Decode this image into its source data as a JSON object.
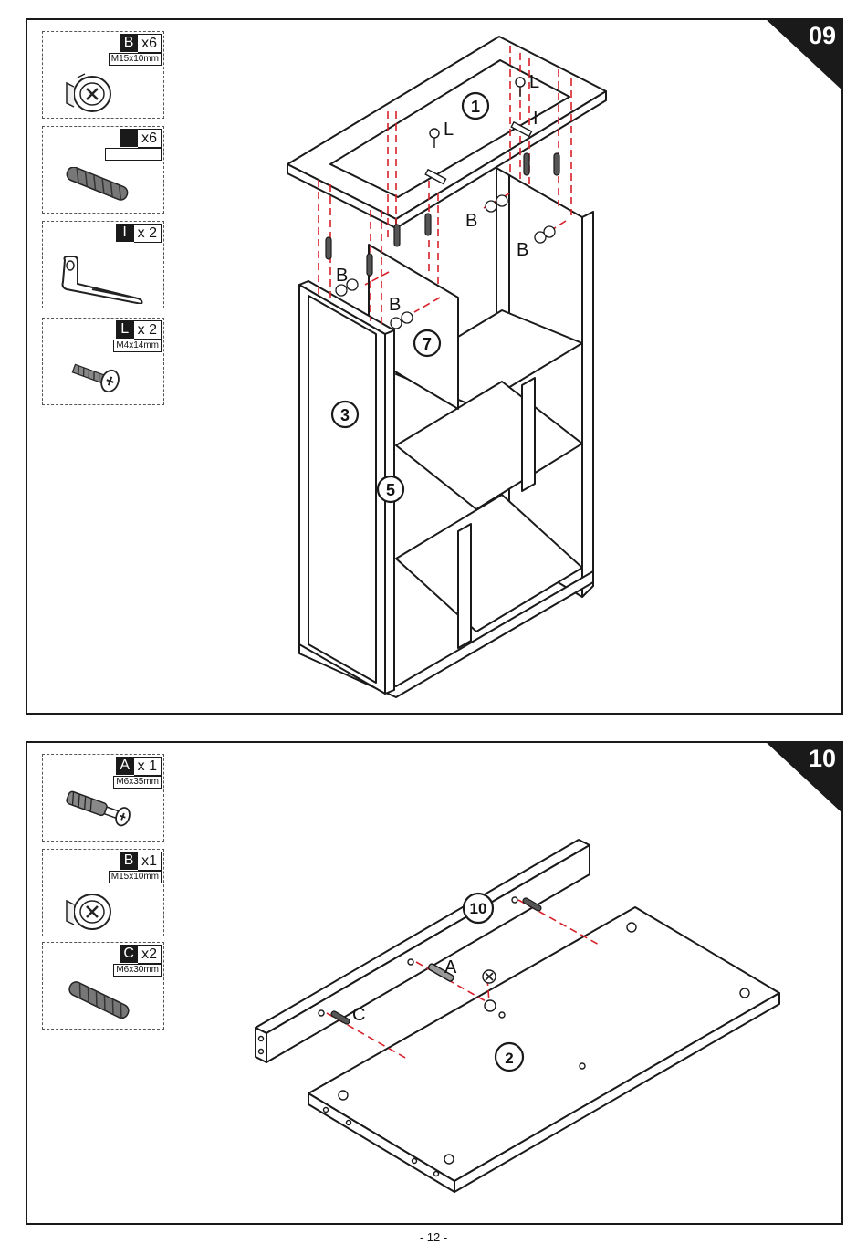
{
  "page_number": "- 12 -",
  "step09": {
    "step_number": "09",
    "parts": [
      {
        "letter": "B",
        "qty": "x6",
        "size": "M15x10mm",
        "icon": "cam-lock-icon"
      },
      {
        "letter": "",
        "qty": "x6",
        "size": "",
        "icon": "wooden-dowel-icon"
      },
      {
        "letter": "I",
        "qty": "x 2",
        "size": "",
        "icon": "l-bracket-icon"
      },
      {
        "letter": "L",
        "qty": "x 2",
        "size": "M4x14mm",
        "icon": "screw-icon"
      }
    ],
    "callouts": {
      "panel_1": "1",
      "panel_3": "3",
      "panel_5": "5",
      "panel_7": "7",
      "hw_L_top": "L",
      "hw_L_mid": "L",
      "hw_I": "I",
      "hw_B1": "B",
      "hw_B2": "B",
      "hw_B3": "B",
      "hw_B4": "B"
    }
  },
  "step10": {
    "step_number": "10",
    "parts": [
      {
        "letter": "A",
        "qty": "x 1",
        "size": "M6x35mm",
        "icon": "cam-bolt-icon"
      },
      {
        "letter": "B",
        "qty": "x1",
        "size": "M15x10mm",
        "icon": "cam-lock-icon"
      },
      {
        "letter": "C",
        "qty": "x2",
        "size": "M6x30mm",
        "icon": "wooden-dowel-icon"
      }
    ],
    "callouts": {
      "panel_10": "10",
      "panel_2": "2",
      "hw_A": "A",
      "hw_C": "C"
    }
  },
  "colors": {
    "ink": "#1a1a1a",
    "guide_line": "#d8202a",
    "paper": "#ffffff"
  }
}
